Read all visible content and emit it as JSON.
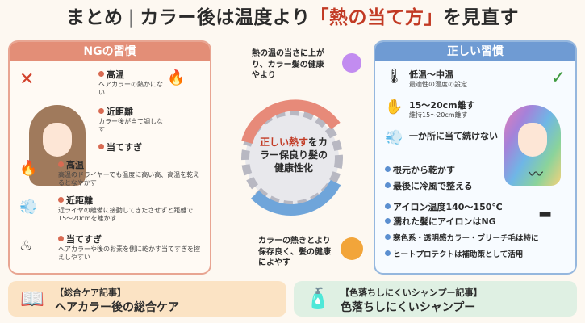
{
  "title": {
    "lead": "まとめ",
    "sep": "|",
    "mid": "カラー後は温度より",
    "highlight": "「熱の当て方」",
    "tail": "を見直す"
  },
  "left_panel": {
    "header": "NGの習慣",
    "items": [
      {
        "title": "高温",
        "desc": "ヘアカラーの熱かにない"
      },
      {
        "title": "近距離",
        "desc": "カラー後が当て調しなす"
      },
      {
        "title": "当てすぎ",
        "desc": ""
      },
      {
        "title": "高温",
        "desc": "高温のドライヤーでも温度に高い高、高温を乾えるとなやかす"
      },
      {
        "title": "近距離",
        "desc": "近ライヤの離備に接動してきたさせずと距離で15〜20cmを離かす"
      },
      {
        "title": "当てすぎ",
        "desc": "ヘアカラーや後のお素を側に乾かす当てすぎを控えしやすい"
      }
    ]
  },
  "center": {
    "top_text": "熱の温の当さに上がり、カラー髪の健康やより",
    "main": {
      "highlight": "正しい熱す",
      "rest": "をカラー保良り髪の健康性化"
    },
    "bottom_text": "カラーの熱きとより保存良く、髪の健康によやす"
  },
  "right_panel": {
    "header": "正しい習慣",
    "items": [
      {
        "title": "低温〜中温",
        "desc": "最適性の温度の設定"
      },
      {
        "title": "15〜20cm離す",
        "desc": "維持15〜20cm離す"
      },
      {
        "title": "一か所に当て続けない",
        "desc": ""
      },
      {
        "title": "根元から乾かす",
        "desc": ""
      },
      {
        "title": "最後に冷風で整える",
        "desc": ""
      },
      {
        "title": "アイロン温度140〜150℃",
        "desc": ""
      },
      {
        "title": "濡れた髪にアイロンはNG",
        "desc": ""
      },
      {
        "title": "寒色系・透明感カラー・ブリーチ毛は特に",
        "desc": ""
      },
      {
        "title": "ヒートプロテクトは補助策として活用",
        "desc": ""
      }
    ]
  },
  "bottom": {
    "left": {
      "label": "【総合ケア記事】",
      "text": "ヘアカラー後の総合ケア"
    },
    "right": {
      "label": "【色落ちしにくいシャンプー記事】",
      "text": "色落ちしにくいシャンプー"
    }
  },
  "icons": {
    "ng_mark": "x-mark-icon",
    "ok_mark": "check-mark-icon",
    "dryer": "hair-dryer-icon",
    "book": "book-icon",
    "shampoo": "shampoo-bottle-icon"
  },
  "colors": {
    "accent_red": "#c23a24",
    "left_header": "#e38e77",
    "right_header": "#6f9bd3"
  }
}
